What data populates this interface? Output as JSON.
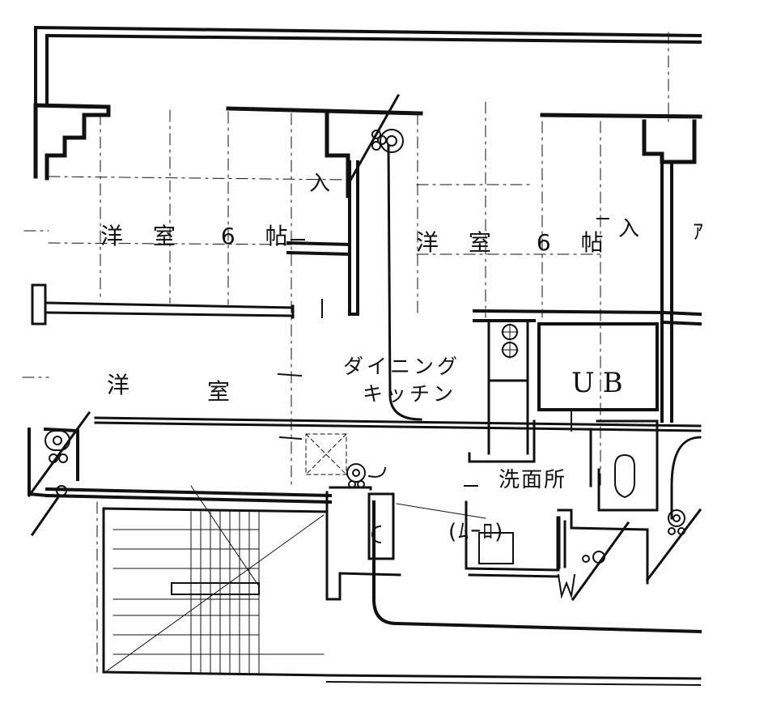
{
  "floor_plan": {
    "rooms": {
      "western_room_left": "洋 室　6 帖",
      "western_room_right": "洋 室　6 帖",
      "western_room_lower_line1": "洋",
      "western_room_lower_line2": "室",
      "dining_kitchen_line1": "ダイニング",
      "dining_kitchen_line2": "キッチン",
      "unit_bath": "UB",
      "washroom": "洗面所",
      "entrance_left": "入",
      "entrance_right": "入",
      "partial_room_edge": "ｱ"
    },
    "annotations": {
      "ceiling_note": "(ﾑｰﾛ)"
    }
  }
}
